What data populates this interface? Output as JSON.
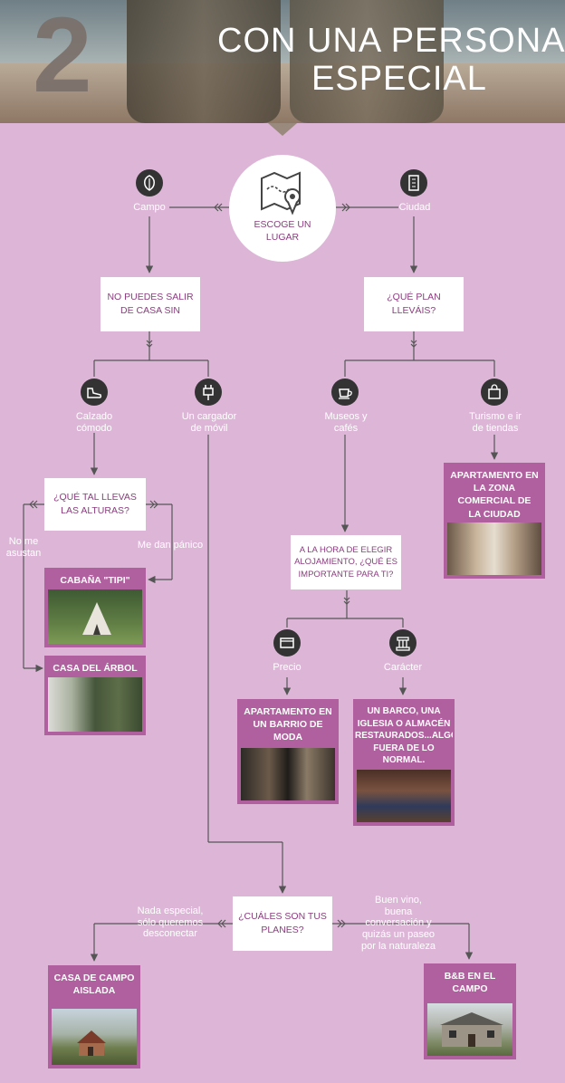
{
  "header": {
    "number": "2",
    "title_line1": "CON UNA PERSONA",
    "title_line2": "ESPECIAL"
  },
  "center": {
    "label_line1": "ESCOGE UN",
    "label_line2": "LUGAR",
    "icon": "map-pin-icon"
  },
  "branches": {
    "campo": {
      "label": "Campo",
      "icon": "leaf-icon"
    },
    "ciudad": {
      "label": "Ciudad",
      "icon": "building-icon"
    }
  },
  "questions": {
    "q_no_puedes": {
      "line1": "NO PUEDES SALIR",
      "line2": "DE CASA SIN"
    },
    "q_plan": {
      "line1": "¿QUÉ PLAN",
      "line2": "LLEVÁIS?"
    },
    "q_alturas": {
      "line1": "¿QUÉ TAL LLEVAS",
      "line2": "LAS ALTURAS?"
    },
    "q_alojamiento": {
      "line1": "A LA HORA DE ELEGIR",
      "line2": "ALOJAMIENTO, ¿QUÉ ES",
      "line3": "IMPORTANTE PARA TI?"
    },
    "q_planes": {
      "line1": "¿CUÁLES SON TUS",
      "line2": "PLANES?"
    }
  },
  "options": {
    "calzado": {
      "line1": "Calzado",
      "line2": "cómodo",
      "icon": "shoe-icon"
    },
    "cargador": {
      "line1": "Un cargador",
      "line2": "de móvil",
      "icon": "plug-icon"
    },
    "museos": {
      "line1": "Museos y",
      "line2": "cafés",
      "icon": "coffee-cup-icon"
    },
    "turismo": {
      "line1": "Turismo e ir",
      "line2": "de tiendas",
      "icon": "shopping-bag-icon"
    },
    "no_me_asustan": {
      "line1": "No me",
      "line2": "asustan"
    },
    "me_dan_panico": {
      "label": "Me dan pánico"
    },
    "precio": {
      "label": "Precio",
      "icon": "wallet-icon"
    },
    "caracter": {
      "label": "Carácter",
      "icon": "column-icon"
    },
    "nada_especial": {
      "line1": "Nada especial,",
      "line2": "sólo queremos",
      "line3": "desconectar"
    },
    "buen_vino": {
      "line1": "Buen vino,",
      "line2": "buena",
      "line3": "conversación y",
      "line4": "quizás un paseo",
      "line5": "por la naturaleza"
    }
  },
  "results": {
    "apartamento_comercial": {
      "line1": "APARTAMENTO EN",
      "line2": "LA ZONA",
      "line3": "COMERCIAL DE",
      "line4": "LA CIUDAD"
    },
    "cabana": {
      "line1": "CABAÑA \"TIPI\""
    },
    "casa_arbol": {
      "line1": "CASA DEL ÁRBOL"
    },
    "apartamento_moda": {
      "line1": "APARTAMENTO EN",
      "line2": "UN BARRIO DE",
      "line3": "MODA"
    },
    "barco": {
      "line1": "UN BARCO, UNA",
      "line2": "IGLESIA O ALMACÉN",
      "line3": "RESTAURADOS...ALGO",
      "line4": "FUERA DE LO",
      "line5": "NORMAL."
    },
    "casa_campo": {
      "line1": "CASA DE CAMPO",
      "line2": "AISLADA"
    },
    "bnb": {
      "line1": "B&B EN EL",
      "line2": "CAMPO"
    }
  },
  "colors": {
    "background": "#ddb6d7",
    "accent": "#b0609f",
    "text_purple": "#8b3d7f",
    "icon_dark": "#333333"
  }
}
